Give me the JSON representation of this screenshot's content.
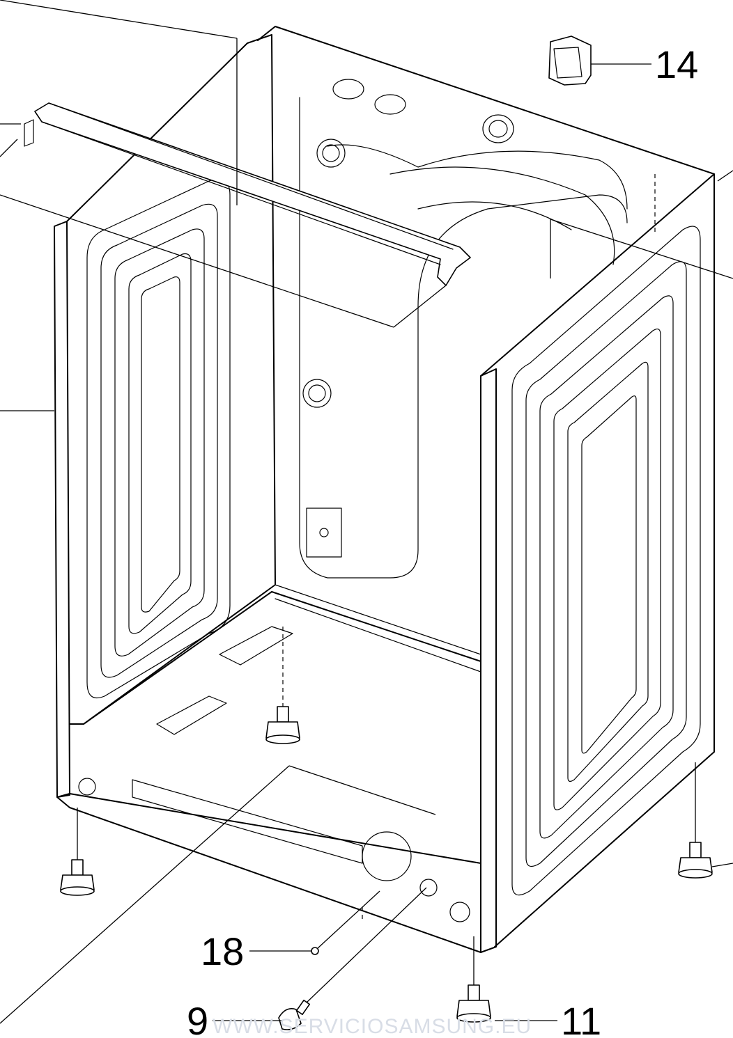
{
  "diagram": {
    "callouts": [
      {
        "id": "14",
        "label": "14"
      },
      {
        "id": "18",
        "label": "18"
      },
      {
        "id": "9",
        "label": "9"
      },
      {
        "id": "11",
        "label": "11"
      }
    ],
    "watermark": "WWW.SERVICIOSAMSUNG.EU"
  }
}
